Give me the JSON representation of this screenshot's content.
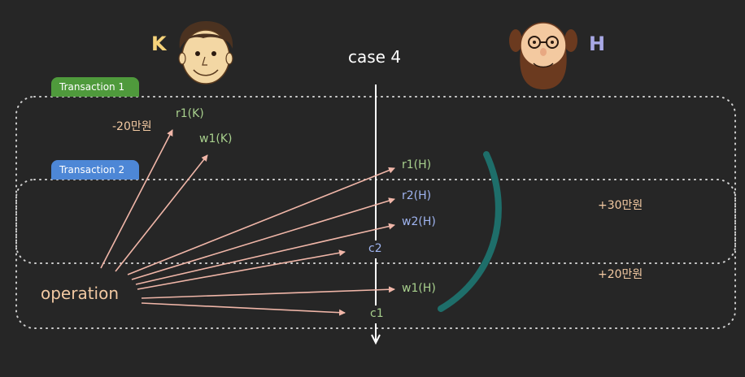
{
  "title": "case 4",
  "people": {
    "k": {
      "letter": "K",
      "avatar": "cartoon-face-k-icon"
    },
    "h": {
      "letter": "H",
      "avatar": "cartoon-face-h-icon"
    }
  },
  "transactions": [
    {
      "label": "Transaction 1",
      "color": "#4f9a3c"
    },
    {
      "label": "Transaction 2",
      "color": "#4d87d6"
    }
  ],
  "operation_label": "operation",
  "ops": {
    "r1k": "r1(K)",
    "w1k": "w1(K)",
    "r1h": "r1(H)",
    "r2h": "r2(H)",
    "w2h": "w2(H)",
    "c2": "c2",
    "w1h": "w1(H)",
    "c1": "c1"
  },
  "amounts": {
    "minus20": "-20만원",
    "plus30": "+30만원",
    "plus20": "+20만원"
  },
  "colors": {
    "background": "#262626",
    "arrow": "#f0b6a8",
    "transaction1_text": "#a8d08d",
    "transaction2_text": "#9fb4f0",
    "amount_text": "#f2c9a2",
    "conflict_arc": "#1e6e6a",
    "letter_k": "#f6d37a",
    "letter_h": "#a9a9e6"
  }
}
